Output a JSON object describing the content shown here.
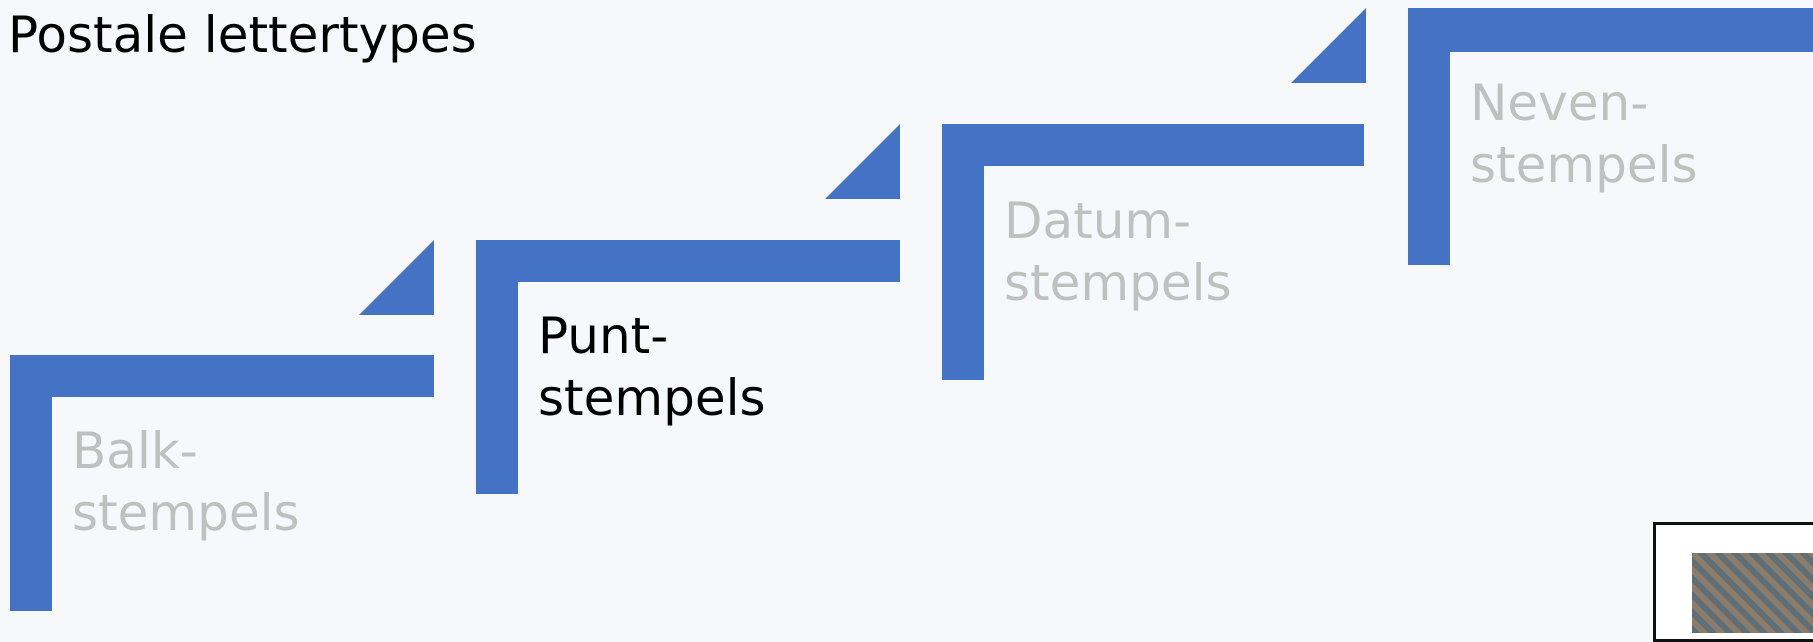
{
  "title": "Postale lettertypes",
  "colors": {
    "accent": "#4472c4",
    "inactive_text": "#c0c0c0",
    "active_text": "#000000"
  },
  "steps": [
    {
      "line1": "Balk-",
      "line2": "stempels",
      "active": false
    },
    {
      "line1": "Punt-",
      "line2": "stempels",
      "active": true
    },
    {
      "line1": "Datum-",
      "line2": "stempels",
      "active": false
    },
    {
      "line1": "Neven-",
      "line2": "stempels",
      "active": false
    }
  ]
}
